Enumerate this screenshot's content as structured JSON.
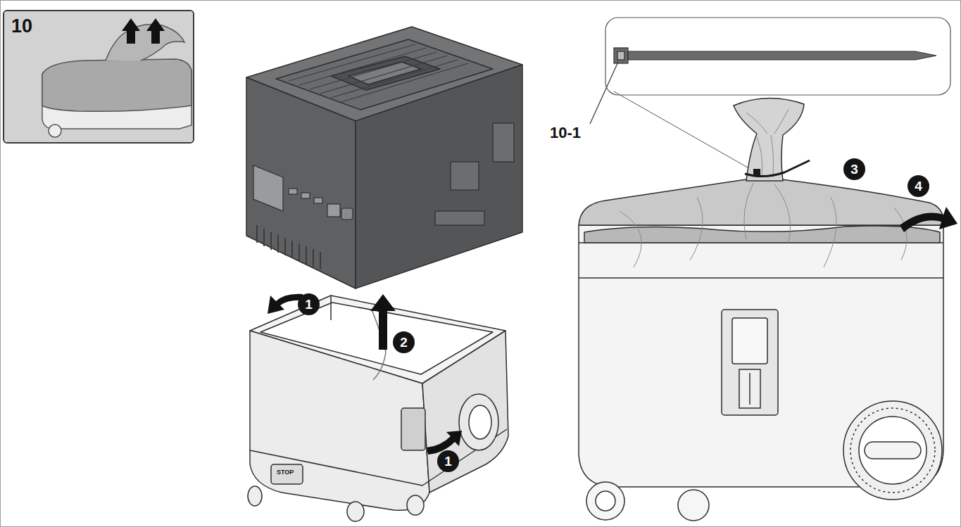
{
  "diagram": {
    "nodes": [
      {
        "text": [
          "10"
        ]
      },
      {
        "text": [
          "1"
        ]
      },
      {
        "text": [
          "2"
        ]
      },
      {
        "text": [
          "1"
        ]
      },
      {
        "text": [
          "3"
        ]
      },
      {
        "text": [
          "4"
        ]
      }
    ],
    "labels": [
      "10-1",
      "STOP"
    ]
  }
}
